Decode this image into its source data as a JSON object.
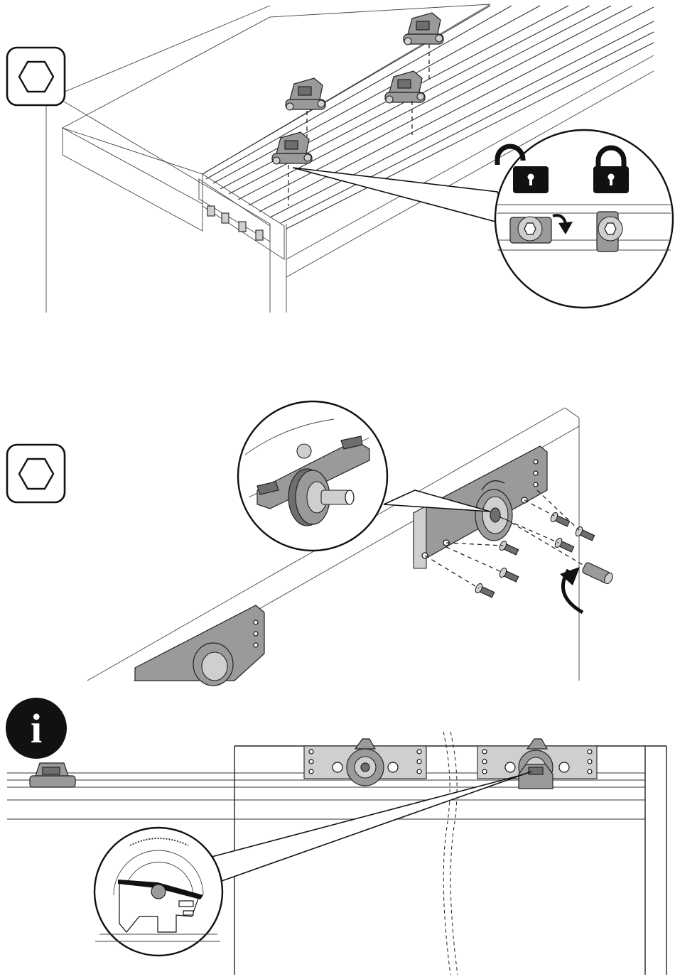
{
  "steps": [
    {
      "id": "rail-installation",
      "tool": "hex-key"
    },
    {
      "id": "roller-installation",
      "tool": "hex-key"
    },
    {
      "id": "info-note",
      "tool": "info",
      "badge_text": "i"
    }
  ],
  "lock_states": [
    "unlocked",
    "locked"
  ],
  "colors": {
    "line": "#222222",
    "part_fill": "#9a9a9a",
    "badge_fill": "#111111",
    "background": "#ffffff"
  }
}
